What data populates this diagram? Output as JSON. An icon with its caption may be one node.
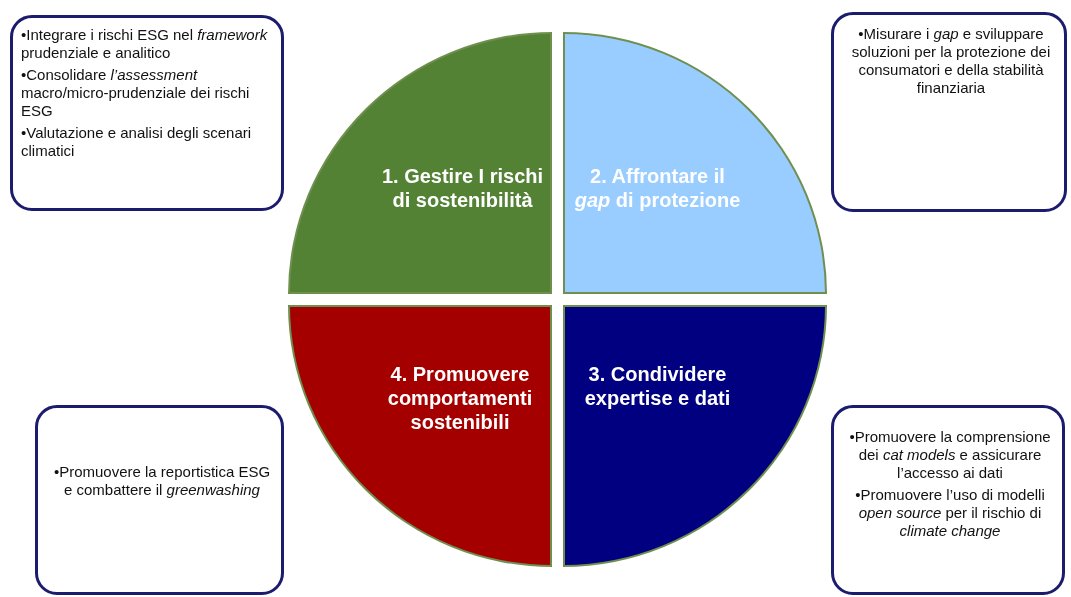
{
  "diagram": {
    "nodes": [
      {
        "text": [
          "•Integrare i rischi ESG nel *framework* prudenziale e analitico",
          "•Consolidare *l’assessment* macro/micro-prudenziale dei rischi ESG",
          "•Valutazione e analisi degli scenari climatici"
        ]
      },
      {
        "text": [
          "•Misurare i *gap* e sviluppare soluzioni per la protezione dei consumatori e della stabilità finanziaria"
        ]
      },
      {
        "text": [
          "1. Gestire I rischi di sostenibilità"
        ]
      },
      {
        "text": [
          "2. Affrontare il *gap* di protezione"
        ]
      },
      {
        "text": [
          "4. Promuovere comportamenti sostenibili"
        ]
      },
      {
        "text": [
          "3. Condividere expertise e dati"
        ]
      },
      {
        "text": [
          "•Promuovere la reportistica ESG e combattere il *greenwashing*"
        ]
      },
      {
        "text": [
          "•Promuovere la comprensione dei *cat models* e assicurare l’accesso ai dati",
          "•Promuovere l’uso di modelli *open source* per il rischio di *climate change*"
        ]
      }
    ]
  }
}
